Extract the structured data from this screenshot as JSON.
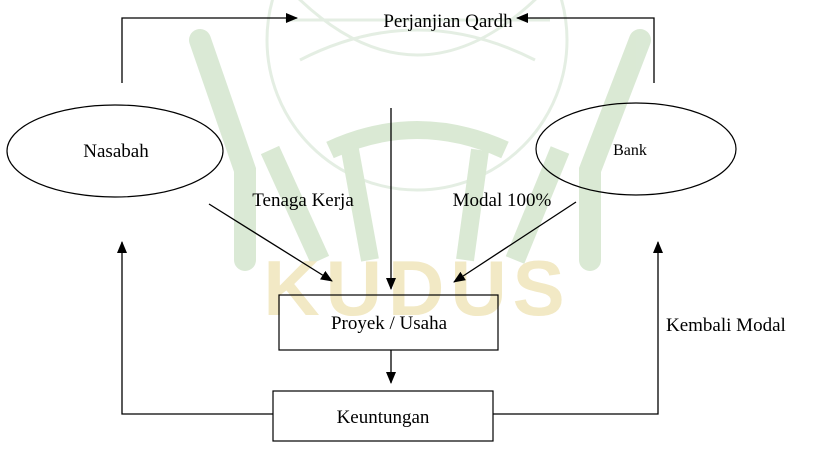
{
  "diagram": {
    "title": "Perjanjian Qardh",
    "nodes": {
      "nasabah": "Nasabah",
      "bank": "Bank",
      "proyek": "Proyek / Usaha",
      "keuntungan": "Keuntungan"
    },
    "edge_labels": {
      "tenaga_kerja": "Tenaga Kerja",
      "modal": "Modal 100%",
      "kembali_modal": "Kembali Modal"
    },
    "watermark": {
      "text": "KUDUS",
      "color": "#d9e8d3",
      "accent_color": "#efe2b0"
    }
  }
}
